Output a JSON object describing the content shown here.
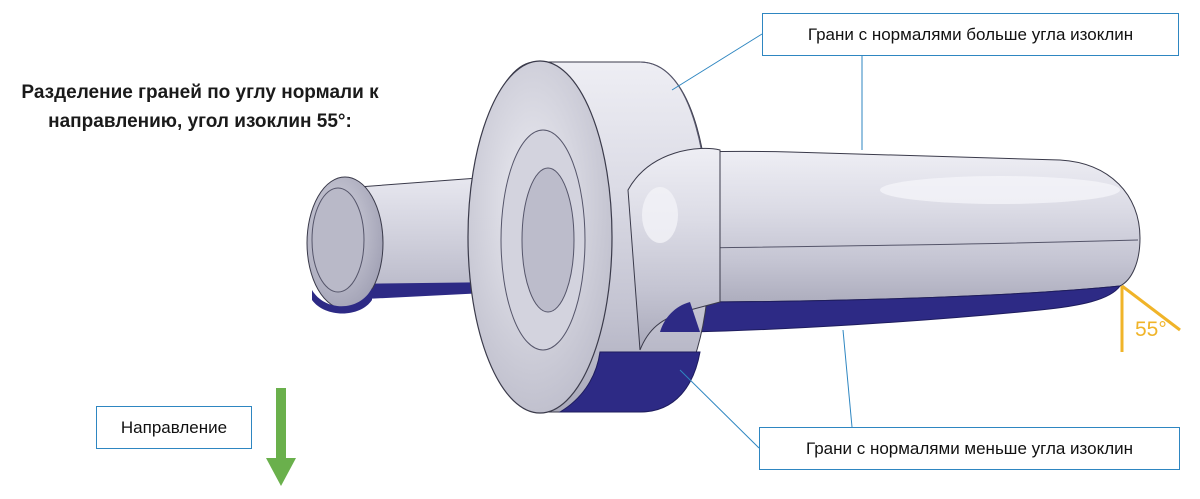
{
  "title": {
    "line1": "Разделение граней по углу нормали к",
    "line2": "направлению, угол изоклин 55°:"
  },
  "callouts": {
    "above": "Грани с нормалями больше угла изоклин",
    "below": "Грани с нормалями меньше угла изоклин",
    "direction": "Направление"
  },
  "angle_label": "55°",
  "colors": {
    "above_faces": "#c9c9d6",
    "below_faces": "#2d2a85",
    "callout_border": "#2e86c1",
    "direction_arrow": "#6ab04c",
    "angle_marker": "#f0b429"
  }
}
